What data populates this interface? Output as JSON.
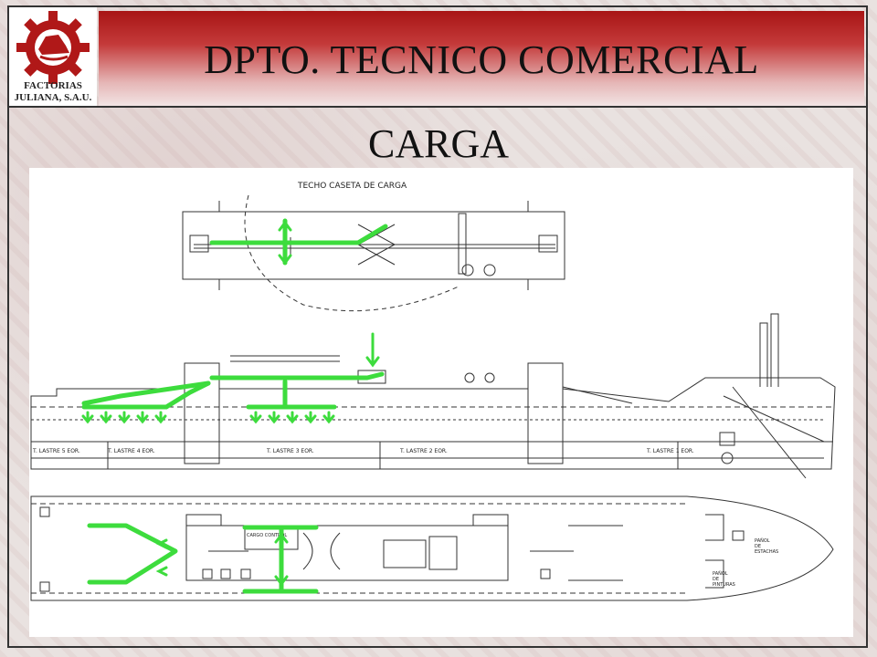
{
  "logo": {
    "line1": "FACTORIAS",
    "line2": "JULIANA, S.A.U.",
    "icon": "gear-ship-icon",
    "color": "#b01818"
  },
  "header": {
    "title": "DPTO. TECNICO COMERCIAL"
  },
  "section": {
    "title": "CARGA"
  },
  "drawing": {
    "roof_title": "TECHO CASETA DE CARGA",
    "tank_labels": [
      "T. LASTRE 5 EOR.",
      "T. LASTRE 4 EOR.",
      "T. LASTRE 3 EOR.",
      "T. LASTRE 2 EOR.",
      "T. LASTRE 1 EOR."
    ],
    "plan_labels": {
      "cargo_control": "CARGO CONTROL",
      "stores_1_a": "PAÑOL",
      "stores_1_b": "DE",
      "stores_1_c": "ESTACHAS",
      "stores_2_a": "PAÑOL",
      "stores_2_b": "DE",
      "stores_2_c": "PINTURAS"
    },
    "pipe_color": "#3ddc3d",
    "line_color": "#333333"
  }
}
